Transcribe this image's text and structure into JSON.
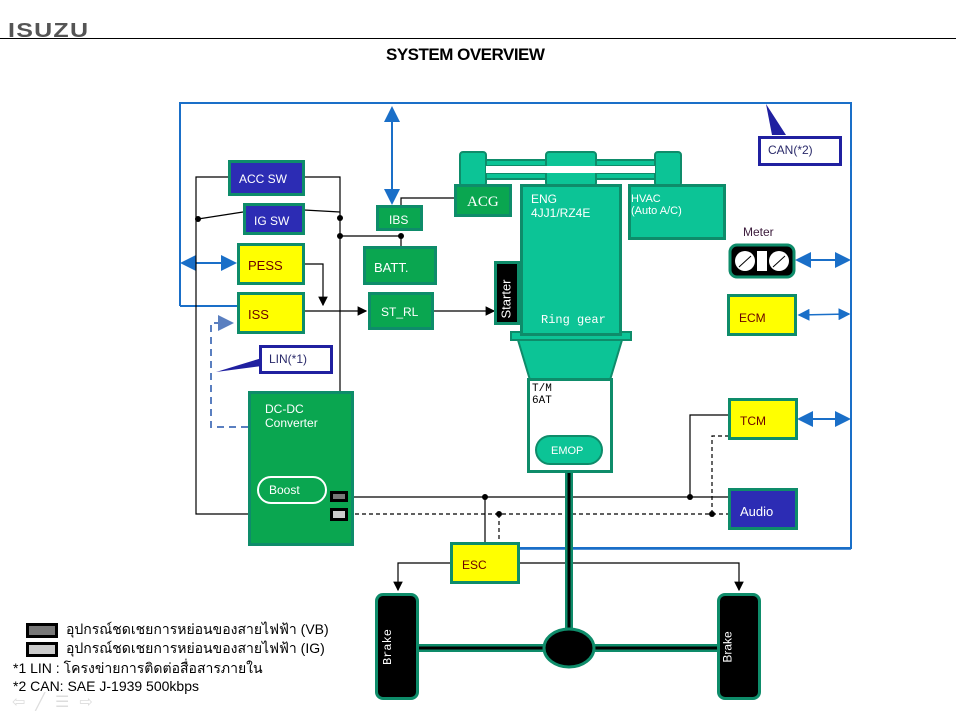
{
  "header": {
    "logo": "ISUZU",
    "title": "SYSTEM OVERVIEW"
  },
  "components": {
    "acc_sw": "ACC SW",
    "ig_sw": "IG SW",
    "pess": "PESS",
    "iss": "ISS",
    "ibs": "IBS",
    "batt": "BATT.",
    "st_rl": "ST_RL",
    "acg": "ACG",
    "eng_line1": "ENG",
    "eng_line2": "4JJ1/RZ4E",
    "hvac_line1": "HVAC",
    "hvac_line2": "(Auto A/C)",
    "starter": "Starter",
    "ring_gear": "Ring gear",
    "tm_line1": "T/M",
    "tm_line2": "6AT",
    "emop": "EMOP",
    "meter": "Meter",
    "ecm": "ECM",
    "tcm": "TCM",
    "audio": "Audio",
    "dcdc_line1": "DC-DC",
    "dcdc_line2": "Converter",
    "boost": "Boost",
    "esc": "ESC",
    "brake_left": "Brake",
    "brake_right": "Brake"
  },
  "callouts": {
    "can": "CAN(*2)",
    "lin": "LIN(*1)"
  },
  "legend": {
    "vb": "อุปกรณ์ชดเชยการหย่อนของสายไฟฟ้า (VB)",
    "ig": "อุปกรณ์ชดเชยการหย่อนของสายไฟฟ้า (IG)",
    "note1": "*1 LIN : โครงข่ายการติดต่อสื่อสารภายใน",
    "note2": "*2 CAN: SAE J-1939 500kbps"
  },
  "nav_icons": [
    "back-arrow-icon",
    "pen-icon",
    "menu-icon",
    "forward-arrow-icon"
  ],
  "colors": {
    "can_bus": "#1a6fc8",
    "navy": "#2c2cb4",
    "yellow": "#ffff00",
    "green": "#0aa650",
    "teal": "#0cc496",
    "border": "#0e8c6a"
  }
}
